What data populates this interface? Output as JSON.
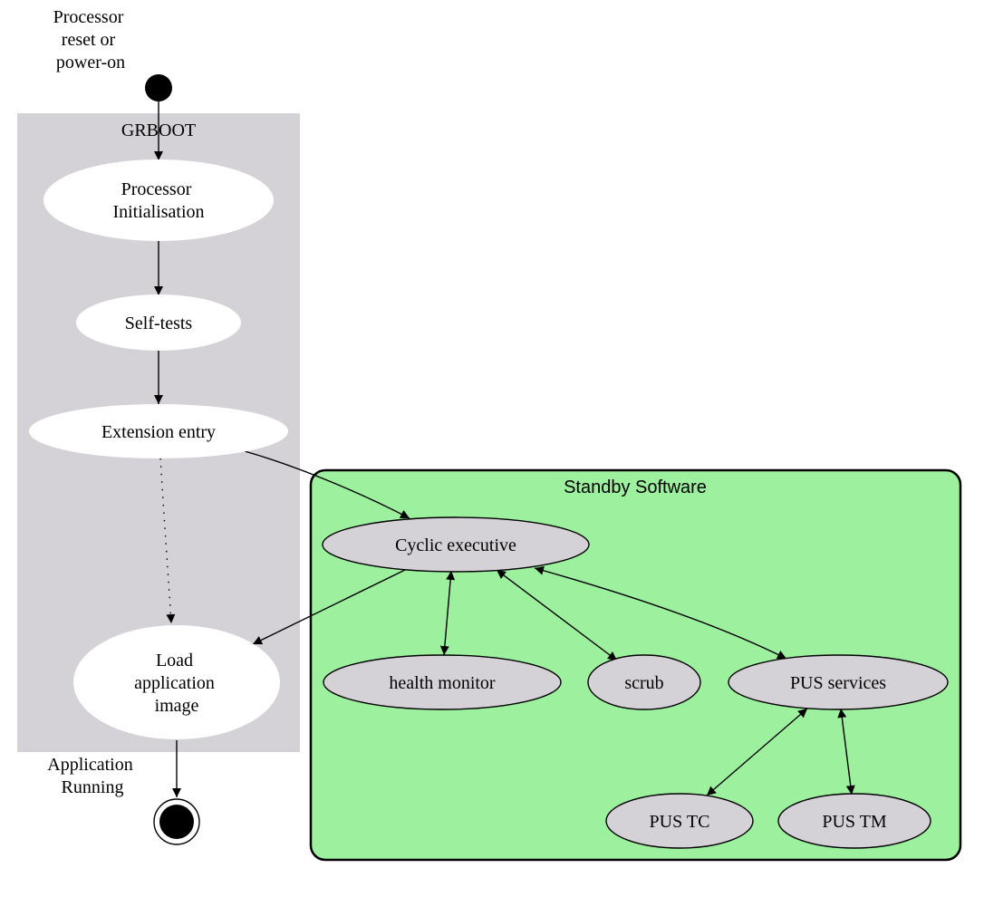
{
  "diagram": {
    "start_label": [
      "Processor",
      "reset or",
      "power-on"
    ],
    "end_label": [
      "Application",
      "Running"
    ],
    "clusters": {
      "grboot": {
        "label": "GRBOOT",
        "fill": "#d4d2d6"
      },
      "standby": {
        "label": "Standby Software",
        "fill": "#9cf09e"
      }
    },
    "nodes": {
      "proc_init": [
        "Processor",
        "Initialisation"
      ],
      "self_tests": [
        "Self-tests"
      ],
      "ext_entry": [
        "Extension entry"
      ],
      "load_app": [
        "Load",
        "application",
        "image"
      ],
      "cyclic": [
        "Cyclic executive"
      ],
      "health": [
        "health monitor"
      ],
      "scrub": [
        "scrub"
      ],
      "pus_services": [
        "PUS services"
      ],
      "pus_tc": [
        "PUS TC"
      ],
      "pus_tm": [
        "PUS TM"
      ]
    },
    "colors": {
      "node_fill_grboot": "#ffffff",
      "node_fill_standby": "#d4d2d6",
      "edge": "#000000"
    }
  }
}
